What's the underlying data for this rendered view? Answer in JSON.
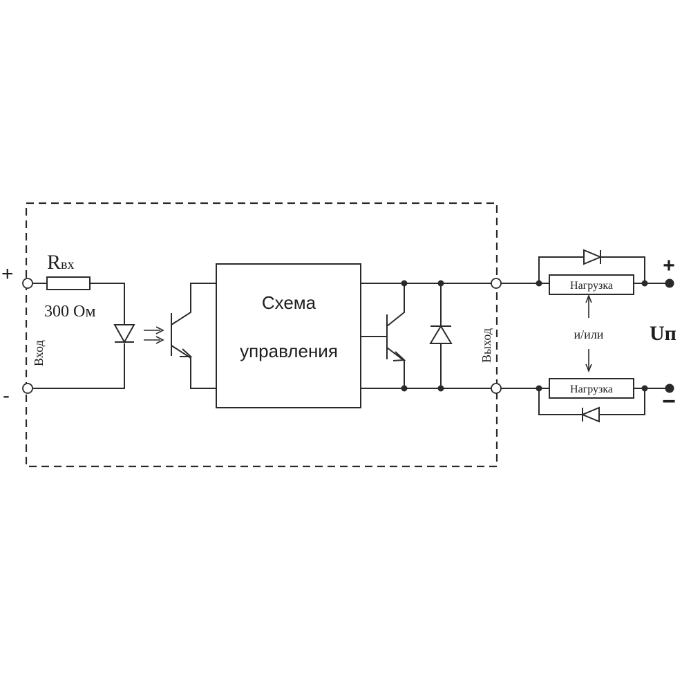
{
  "labels": {
    "input_plus": "+",
    "input_minus": "-",
    "r_main": "R",
    "r_sub": "вх",
    "resistance": "300 Ом",
    "input_label": "Вход",
    "block_line1": "Схема",
    "block_line2": "управления",
    "output_label": "Выход",
    "load_top": "Нагрузка",
    "load_bottom": "Нагрузка",
    "and_or": "и/или",
    "supply": "Uп",
    "supply_plus": "+",
    "supply_minus": "−"
  }
}
